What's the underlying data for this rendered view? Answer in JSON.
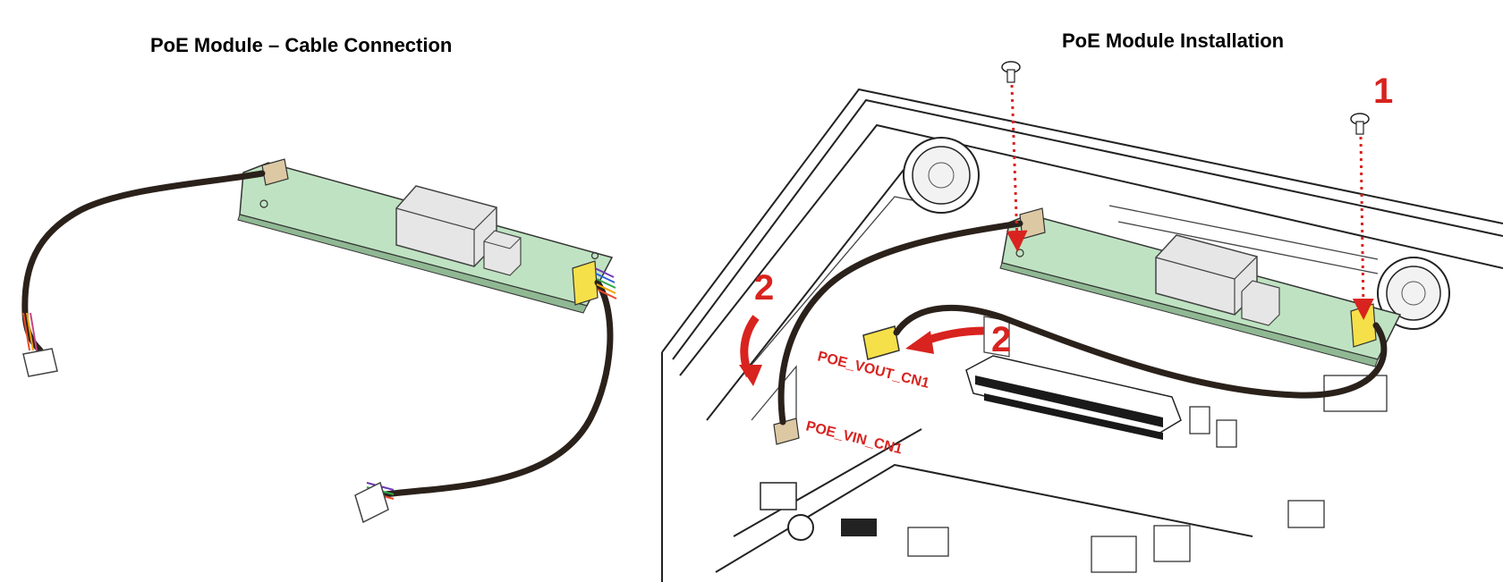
{
  "left_panel": {
    "title": "PoE Module – Cable Connection"
  },
  "right_panel": {
    "title": "PoE Module Installation",
    "step_1": "1",
    "step_2a": "2",
    "step_2b": "2",
    "vout_label": "POE_VOUT_CN1",
    "vin_label": "POE_VIN_CN1"
  },
  "colors": {
    "board": "#bfe3c2",
    "cable": "#2b211b",
    "connector_yellow": "#f5e04a",
    "callout_red": "#d8231f"
  },
  "icons": [
    "screw-icon",
    "arrow-icon",
    "connector-icon"
  ]
}
